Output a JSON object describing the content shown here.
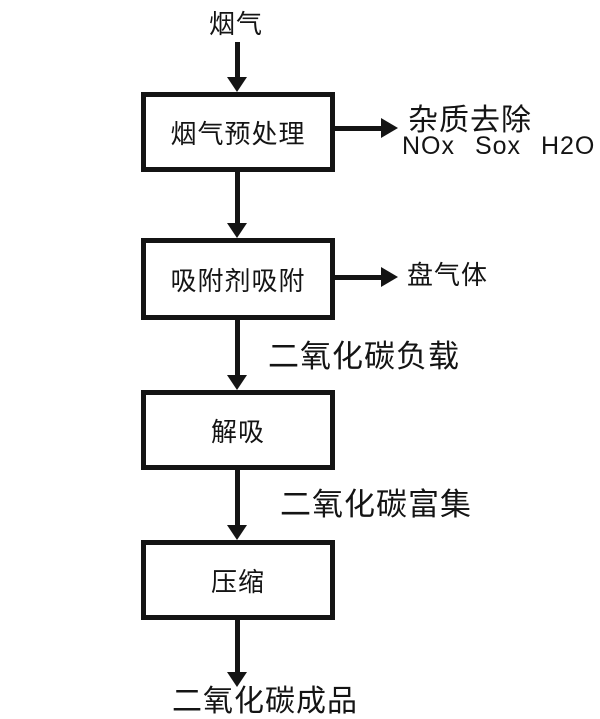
{
  "diagram": {
    "type": "flowchart",
    "colors": {
      "stroke": "#141414",
      "background": "#ffffff"
    },
    "input_label": "烟气",
    "boxes": [
      {
        "id": "pretreatment",
        "label": "烟气预处理"
      },
      {
        "id": "adsorption",
        "label": "吸附剂吸附"
      },
      {
        "id": "desorption",
        "label": "解吸"
      },
      {
        "id": "compression",
        "label": "压缩"
      }
    ],
    "side_outputs": [
      {
        "from": "pretreatment",
        "line1": "杂质去除",
        "line2": "NOx Sox H2O"
      },
      {
        "from": "adsorption",
        "line1": "盘气体"
      }
    ],
    "edge_labels": [
      {
        "between": "adsorption→desorption",
        "text": "二氧化碳负载"
      },
      {
        "between": "desorption→compression",
        "text": "二氧化碳富集"
      }
    ],
    "output_label": "二氧化碳成品"
  }
}
